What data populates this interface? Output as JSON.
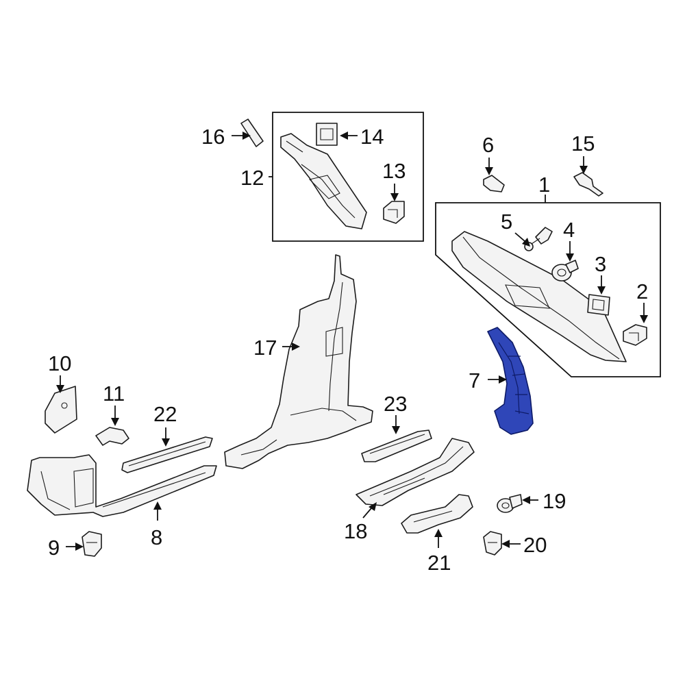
{
  "diagram": {
    "highlight_color": "#2f46b8",
    "callouts": [
      "1",
      "2",
      "3",
      "4",
      "5",
      "6",
      "7",
      "8",
      "9",
      "10",
      "11",
      "12",
      "13",
      "14",
      "15",
      "16",
      "17",
      "18",
      "19",
      "20",
      "21",
      "22",
      "23"
    ]
  }
}
